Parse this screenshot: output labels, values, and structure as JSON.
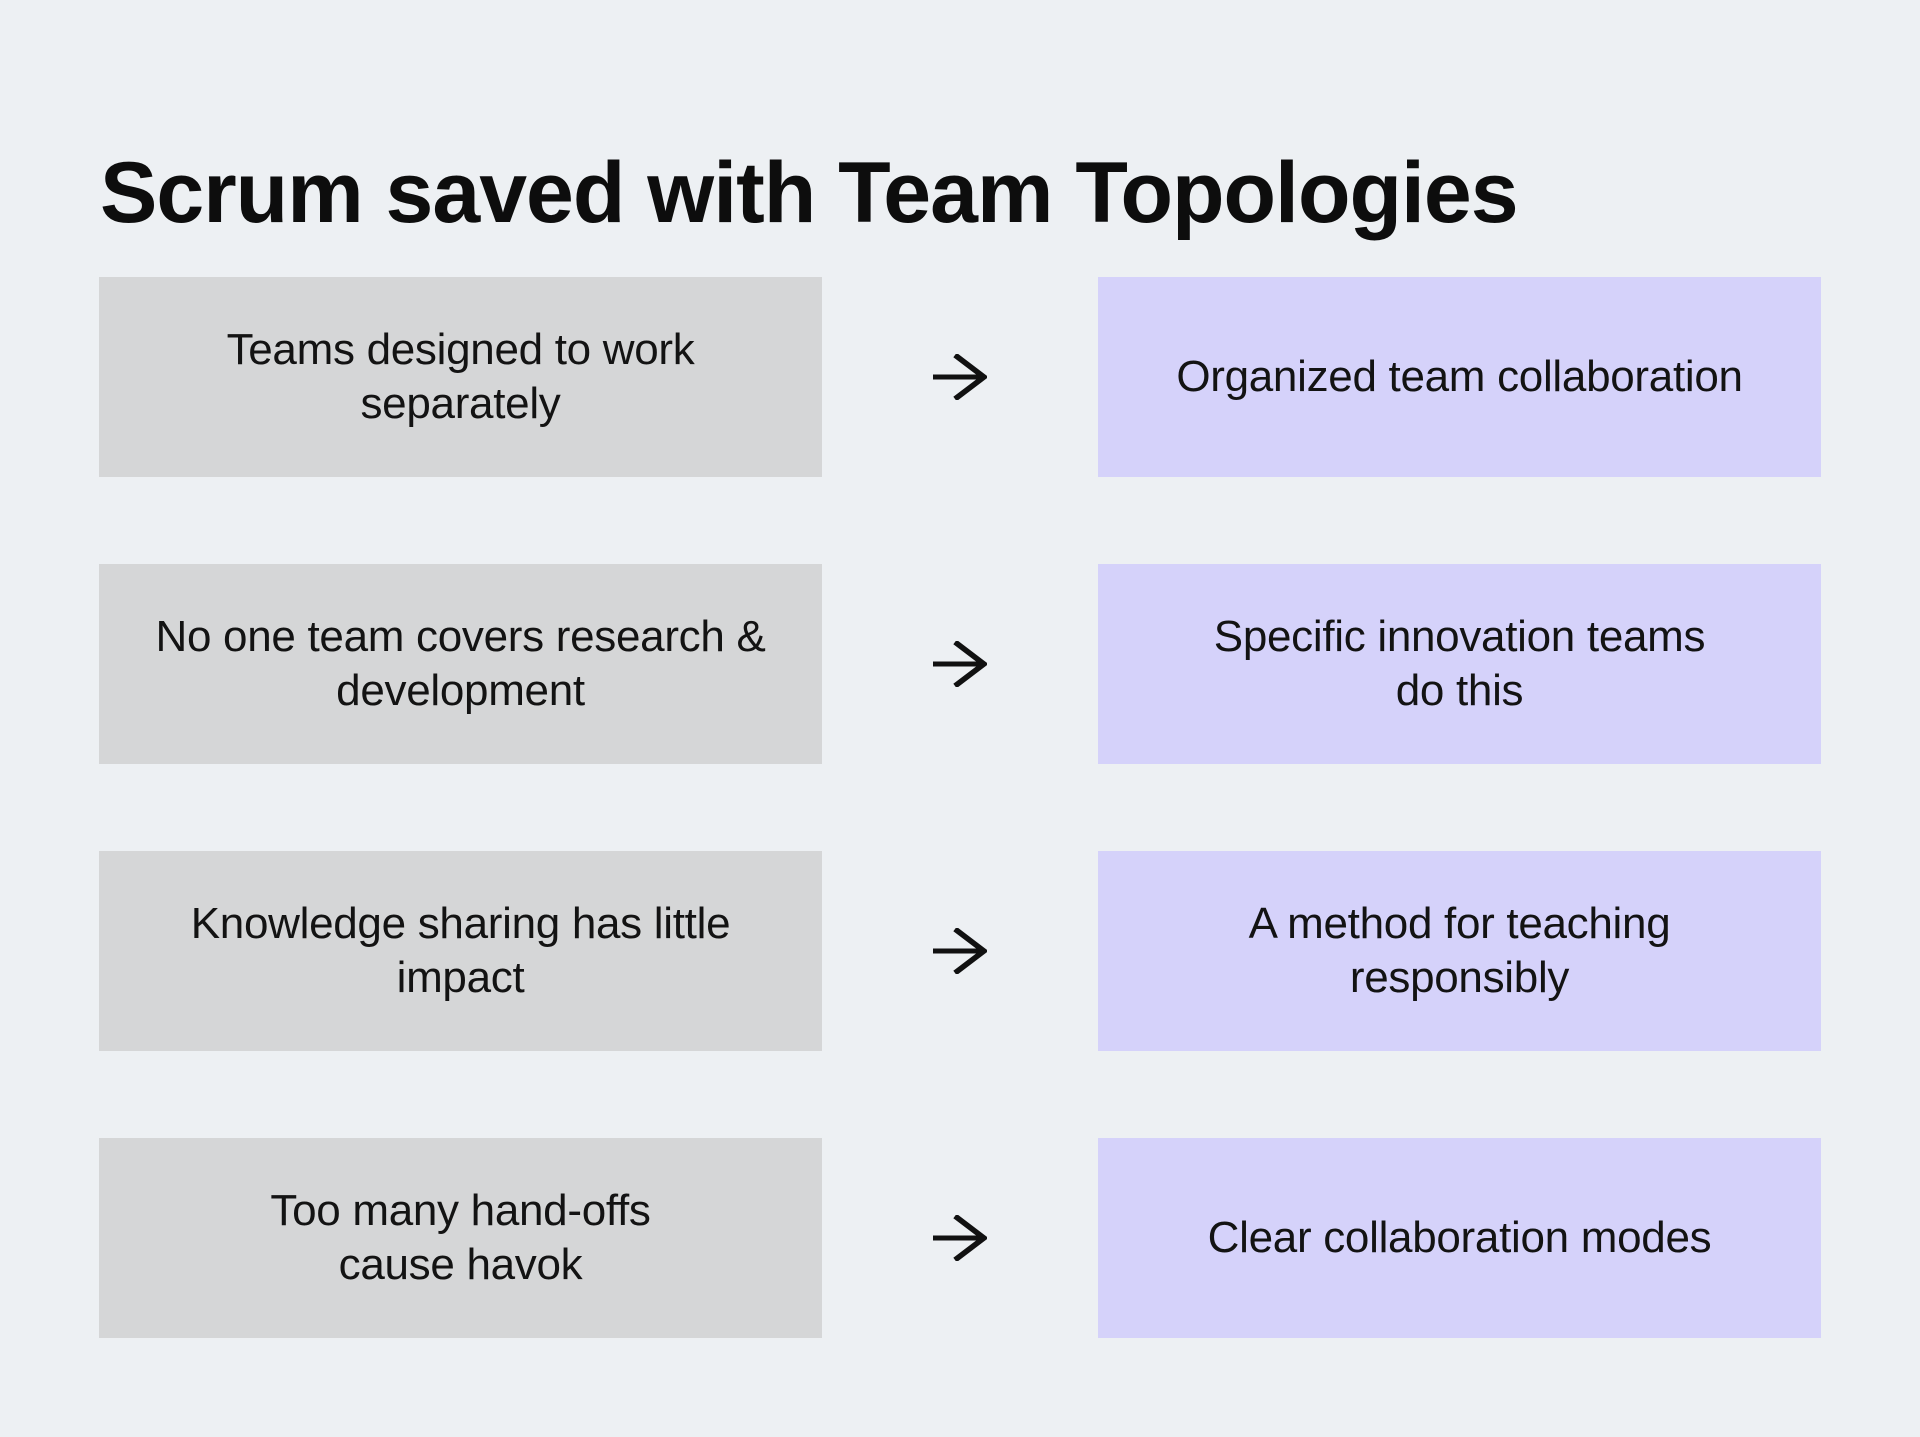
{
  "title": "Scrum saved with Team Topologies",
  "colors": {
    "background": "#edf0f3",
    "problem_box": "#d5d6d7",
    "solution_box": "#d5d2fa",
    "text": "#131313",
    "arrow": "#111111"
  },
  "icons": {
    "arrow": "right-arrow-icon"
  },
  "rows": [
    {
      "problem": "Teams designed to work\nseparately",
      "solution": "Organized team collaboration"
    },
    {
      "problem": "No one team covers research &\ndevelopment",
      "solution": "Specific innovation teams\ndo this"
    },
    {
      "problem": "Knowledge sharing has little\nimpact",
      "solution": "A method for teaching\nresponsibly"
    },
    {
      "problem": "Too many hand-offs\ncause havok",
      "solution": "Clear collaboration modes"
    }
  ]
}
